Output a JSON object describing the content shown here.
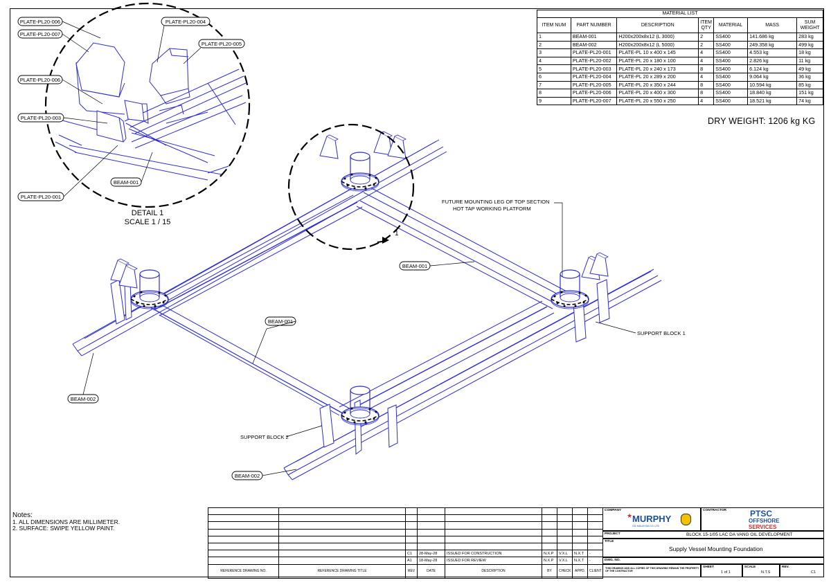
{
  "material_list": {
    "title": "MATERIAL LIST",
    "headers": [
      "ITEM NUM",
      "PART NUMBER",
      "DESCRIPTION",
      "ITEM QTY",
      "MATERIAL",
      "MASS",
      "SUM WEIGHT"
    ],
    "rows": [
      [
        "1",
        "BEAM-001",
        "H200x200x8x12 (L 3000)",
        "2",
        "SS400",
        "141.686 kg",
        "283 kg"
      ],
      [
        "2",
        "BEAM-002",
        "H200x200x8x12 (L 5000)",
        "2",
        "SS400",
        "249.358 kg",
        "499 kg"
      ],
      [
        "3",
        "PLATE-PL20-001",
        "PLATE-PL 10 x 400 x 145",
        "4",
        "SS400",
        "4.553 kg",
        "18 kg"
      ],
      [
        "4",
        "PLATE-PL20-002",
        "PLATE-PL 20 x 180 x 100",
        "4",
        "SS400",
        "2.826 kg",
        "11 kg"
      ],
      [
        "5",
        "PLATE-PL20-003",
        "PLATE-PL 20 x 240 x 173",
        "8",
        "SS400",
        "6.124 kg",
        "49 kg"
      ],
      [
        "6",
        "PLATE-PL20-004",
        "PLATE-PL 20 x 289 x 200",
        "4",
        "SS400",
        "9.064 kg",
        "36 kg"
      ],
      [
        "7",
        "PLATE-PL20-005",
        "PLATE-PL 20 x 350 x 244",
        "8",
        "SS400",
        "10.594 kg",
        "85 kg"
      ],
      [
        "8",
        "PLATE-PL20-006",
        "PLATE-PL 20 x 400 x 300",
        "8",
        "SS400",
        "18.840 kg",
        "151 kg"
      ],
      [
        "9",
        "PLATE-PL20-007",
        "PLATE-PL 20 x 550 x 250",
        "4",
        "SS400",
        "18.521 kg",
        "74 kg"
      ]
    ],
    "dry_weight": "DRY WEIGHT: 1206 kg KG"
  },
  "detail": {
    "title": "DETAIL 1",
    "scale": "SCALE 1 / 15",
    "marker": "1",
    "callouts": [
      "PLATE-PL20-006",
      "PLATE-PL20-007",
      "PLATE-PL20-004",
      "PLATE-PL20-005",
      "PLATE-PL20-006",
      "PLATE-PL20-003",
      "BEAM-001",
      "PLATE-PL20-001"
    ]
  },
  "main_labels": {
    "future_leg_line1": "FUTURE MOUNTING LEG OF TOP SECTION",
    "future_leg_line2": "HOT TAP WORKING PLATFORM",
    "beam_001_a": "BEAM-001",
    "beam_001_b": "BEAM-001",
    "beam_002_a": "BEAM-002",
    "beam_002_b": "BEAM-002",
    "support_block_1": "SUPPORT BLOCK 1",
    "support_block_2": "SUPPORT BLOCK 2"
  },
  "notes": {
    "title": "Notes:",
    "items": [
      "1.   ALL DIMENSIONS ARE MILLIMETER.",
      "2.   SURFACE: SWIPE YELLOW PAINT."
    ]
  },
  "revisions": {
    "rows": [
      {
        "rev": "C1",
        "date": "28-May-28",
        "desc": "ISSUED FOR CONSTRUCTION",
        "by": "N.X.P",
        "check": "V.X.L",
        "appd": "N.X.T",
        "client": "-"
      },
      {
        "rev": "A1",
        "date": "18-May-28",
        "desc": "ISSUED FOR REVIEW",
        "by": "N.X.P",
        "check": "V.X.L",
        "appd": "N.X.T",
        "client": "-"
      }
    ],
    "footer": [
      "REFERENCE DRAWING NO.",
      "REFERENCE DRAWING TITLE",
      "REV",
      "DATE",
      "DESCRIPTION",
      "BY",
      "CHECK",
      "APPD.",
      "CLIENT"
    ]
  },
  "title_block": {
    "company_label": "COMPANY",
    "company_name": "MURPHY",
    "company_sub": "OIL MALAYSIA CO.,LTD",
    "contractor_label": "CONTRACTOR",
    "contractor_name_1": "PTSC",
    "contractor_name_2": "OFFSHORE",
    "contractor_name_3": "SERVICES",
    "project_label": "PROJECT",
    "project": "BLOCK 15-1/05 LAC DA VANG OIL DEVELOPMENT",
    "title_label": "TITLE",
    "title": "Supply Vessel Mounting Foundation",
    "dwg_label": "DWG. NO.",
    "dwg_no": "",
    "disclaimer": "THIS DRAWING AND ALL COPIES OF THIS DRAWING REMAIN THE PROPERTY OF THE CONTRACTOR",
    "sheet_label": "SHEET",
    "sheet": "1 of 1",
    "scale_label": "SCALE",
    "scale": "N.T.S",
    "rev_label": "REV.",
    "rev": "C1"
  },
  "colors": {
    "drawing_line": "#2b2bd6",
    "ink": "#000000",
    "murphy_red": "#d62b2b",
    "ptsc_blue": "#1a4fa3"
  }
}
